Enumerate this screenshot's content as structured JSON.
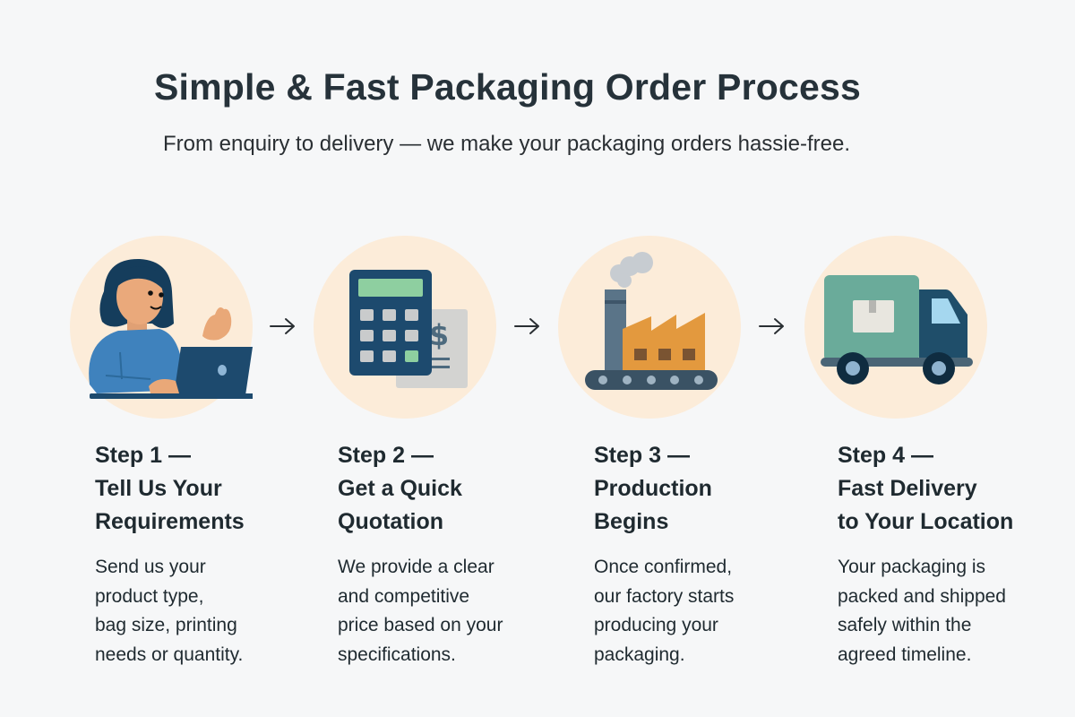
{
  "header": {
    "title": "Simple & Fast Packaging Order Process",
    "subtitle": "From enquiry to delivery — we make your packaging orders hassie-free."
  },
  "colors": {
    "background": "#f6f7f8",
    "circle_fill": "#fcecd9",
    "navy": "#1d4a6e",
    "blue_shirt": "#3f82bd",
    "skin": "#e9a878",
    "green_screen": "#8ecfa0",
    "factory_orange": "#e3993e",
    "teal_truck": "#6aab9a",
    "slate": "#4f6a80"
  },
  "steps": [
    {
      "icon": "person-laptop-icon",
      "heading_line1": "Step 1 —",
      "heading_line2": "Tell Us Your",
      "heading_line3": "Requirements",
      "desc_lines": [
        "Send us your",
        "product type,",
        "bag size, printing",
        "needs or quantity."
      ]
    },
    {
      "icon": "calculator-quote-icon",
      "heading_line1": "Step 2 —",
      "heading_line2": "Get a Quick",
      "heading_line3": "Quotation",
      "desc_lines": [
        "We provide a clear",
        "and competitive",
        "price based on your",
        "specifications."
      ]
    },
    {
      "icon": "factory-icon",
      "heading_line1": "Step 3 —",
      "heading_line2": "Production",
      "heading_line3": "Begins",
      "desc_lines": [
        "Once confirmed,",
        "our factory starts",
        "producing your",
        "packaging."
      ]
    },
    {
      "icon": "delivery-truck-icon",
      "heading_line1": "Step 4 —",
      "heading_line2": "Fast Delivery",
      "heading_line3": "to Your Location",
      "desc_lines": [
        "Your packaging is",
        "packed and shipped",
        "safely within the",
        "agreed timeline."
      ]
    }
  ],
  "arrows": [
    "arrow-right-icon",
    "arrow-right-icon",
    "arrow-right-icon"
  ]
}
